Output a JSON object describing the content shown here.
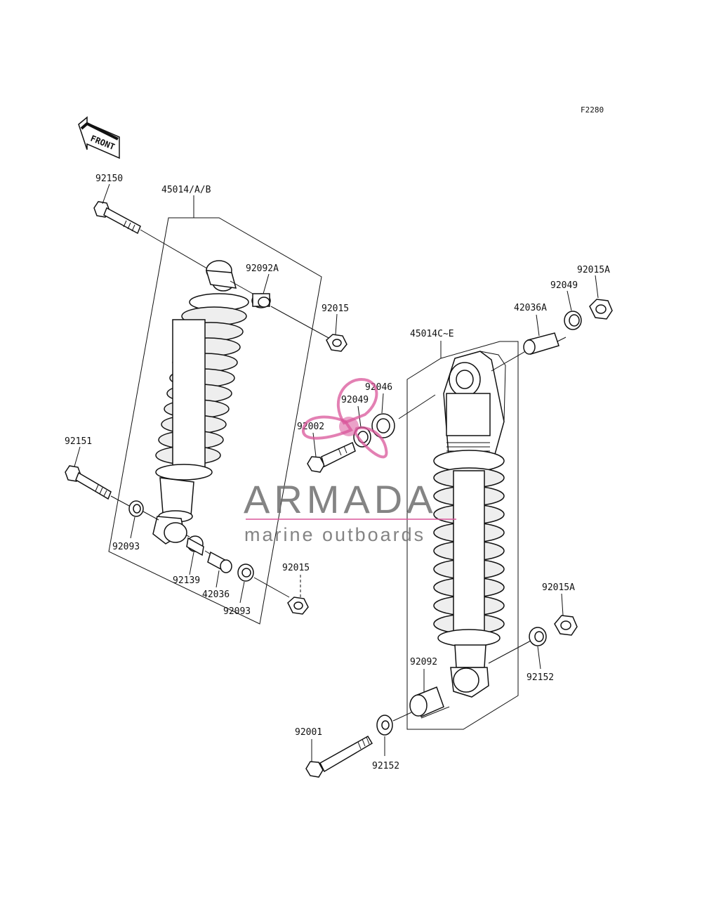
{
  "figure_code": "F2280",
  "front_label": "FRONT",
  "watermark": {
    "brand": "ARMADA",
    "tagline": "marine outboards",
    "color": "#d9559a"
  },
  "labels": {
    "p92150": "92150",
    "p45014AB": "45014/A/B",
    "p92092A": "92092A",
    "p92015_top": "92015",
    "p92151": "92151",
    "p92093_left": "92093",
    "p92139": "92139",
    "p42036": "42036",
    "p92093_right": "92093",
    "p92015_mid": "92015",
    "p92015A_top": "92015A",
    "p92049_right": "92049",
    "p42036A": "42036A",
    "p45014CE": "45014C~E",
    "p92046": "92046",
    "p92049_left": "92049",
    "p92002": "92002",
    "p92015A_bottom": "92015A",
    "p92152_right": "92152",
    "p92092": "92092",
    "p92001": "92001",
    "p92152_bottom": "92152"
  }
}
